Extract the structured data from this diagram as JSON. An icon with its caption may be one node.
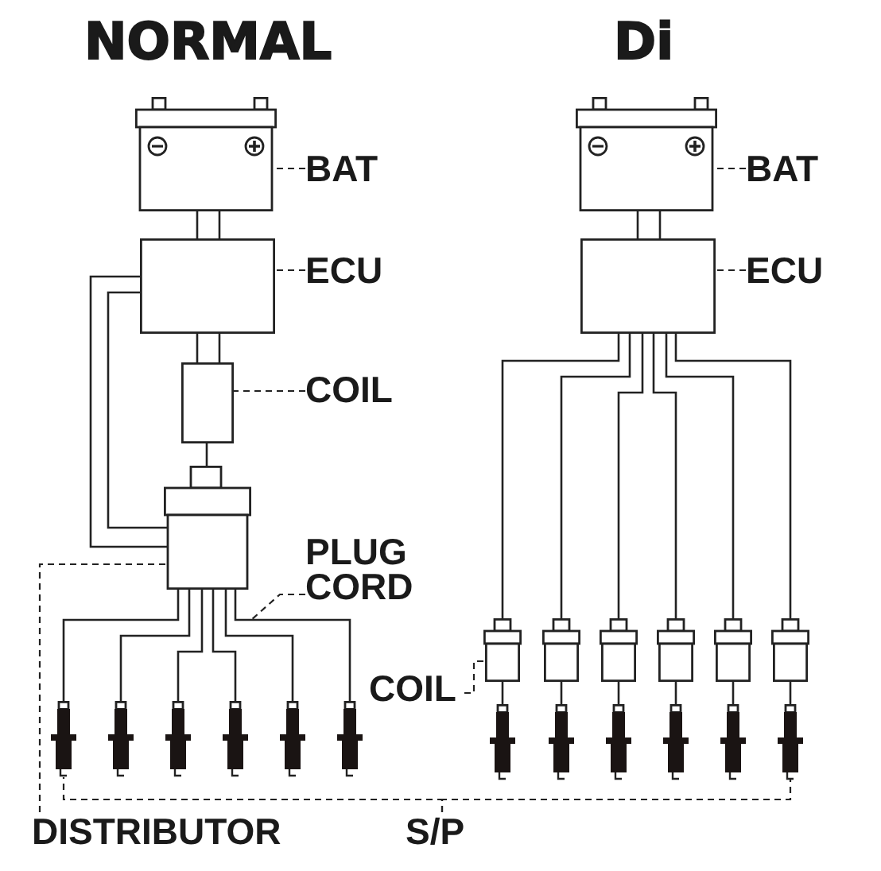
{
  "diagram": {
    "nodes": [
      {
        "text": [
          "BAT"
        ]
      },
      {
        "text": [],
        "shape": "battery"
      },
      {
        "text": [
          "ECU"
        ]
      },
      {
        "text": [],
        "shape": "box"
      },
      {
        "text": [
          "COIL"
        ]
      },
      {
        "text": [],
        "shape": "box"
      },
      {
        "text": [
          "PLUG CORD"
        ]
      },
      {
        "text": [],
        "shape": "box"
      },
      {
        "text": [],
        "shape": "plug"
      },
      {
        "text": [],
        "shape": "plug"
      },
      {
        "text": [],
        "shape": "plug"
      },
      {
        "text": [],
        "shape": "plug"
      },
      {
        "text": [],
        "shape": "plug"
      },
      {
        "text": [],
        "shape": "plug"
      },
      {
        "text": [
          "DISTRIBUTOR"
        ]
      },
      {
        "text": [
          "BAT"
        ]
      },
      {
        "text": [],
        "shape": "battery"
      },
      {
        "text": [
          "ECU"
        ]
      },
      {
        "text": [],
        "shape": "box"
      },
      {
        "text": [
          "COIL"
        ]
      },
      {
        "text": [],
        "shape": "box"
      },
      {
        "text": [],
        "shape": "box"
      },
      {
        "text": [],
        "shape": "box"
      },
      {
        "text": [],
        "shape": "box"
      },
      {
        "text": [],
        "shape": "box"
      },
      {
        "text": [],
        "shape": "box"
      },
      {
        "text": [],
        "shape": "plug"
      },
      {
        "text": [],
        "shape": "plug"
      },
      {
        "text": [],
        "shape": "plug"
      },
      {
        "text": [],
        "shape": "plug"
      },
      {
        "text": [],
        "shape": "plug"
      },
      {
        "text": [],
        "shape": "plug"
      },
      {
        "text": [
          "S/P"
        ]
      }
    ],
    "edges": [
      {
        "from": 0,
        "to": 1,
        "arrow": "none",
        "style": "dashed"
      },
      {
        "from": 1,
        "to": 3,
        "arrow": "none"
      },
      {
        "from": 2,
        "to": 3,
        "arrow": "none",
        "style": "dashed"
      },
      {
        "from": 3,
        "to": 5,
        "arrow": "none"
      },
      {
        "from": 4,
        "to": 5,
        "arrow": "none",
        "style": "dashed"
      },
      {
        "from": 5,
        "to": 7,
        "arrow": "none"
      },
      {
        "from": 3,
        "to": 7,
        "arrow": "none"
      },
      {
        "from": 3,
        "to": 7,
        "arrow": "none"
      },
      {
        "from": 7,
        "to": 8,
        "arrow": "none"
      },
      {
        "from": 7,
        "to": 9,
        "arrow": "none"
      },
      {
        "from": 7,
        "to": 10,
        "arrow": "none"
      },
      {
        "from": 7,
        "to": 11,
        "arrow": "none"
      },
      {
        "from": 7,
        "to": 12,
        "arrow": "none"
      },
      {
        "from": 7,
        "to": 13,
        "arrow": "none"
      },
      {
        "from": 6,
        "to": null,
        "arrow": "none",
        "style": "dashed"
      },
      {
        "from": 14,
        "to": 7,
        "arrow": "none",
        "style": "dashed"
      },
      {
        "from": 15,
        "to": 16,
        "arrow": "none",
        "style": "dashed"
      },
      {
        "from": 16,
        "to": 18,
        "arrow": "none"
      },
      {
        "from": 17,
        "to": 18,
        "arrow": "none",
        "style": "dashed"
      },
      {
        "from": 18,
        "to": 20,
        "arrow": "none"
      },
      {
        "from": 18,
        "to": 21,
        "arrow": "none"
      },
      {
        "from": 18,
        "to": 22,
        "arrow": "none"
      },
      {
        "from": 18,
        "to": 23,
        "arrow": "none"
      },
      {
        "from": 18,
        "to": 24,
        "arrow": "none"
      },
      {
        "from": 18,
        "to": 25,
        "arrow": "none"
      },
      {
        "from": 20,
        "to": 26,
        "arrow": "none"
      },
      {
        "from": 21,
        "to": 27,
        "arrow": "none"
      },
      {
        "from": 22,
        "to": 28,
        "arrow": "none"
      },
      {
        "from": 23,
        "to": 29,
        "arrow": "none"
      },
      {
        "from": 24,
        "to": 30,
        "arrow": "none"
      },
      {
        "from": 25,
        "to": 31,
        "arrow": "none"
      },
      {
        "from": 19,
        "to": 20,
        "arrow": "none",
        "style": "dashed"
      },
      {
        "from": 32,
        "to": 8,
        "arrow": "none",
        "style": "dashed"
      },
      {
        "from": 32,
        "to": 31,
        "arrow": "none",
        "style": "dashed"
      }
    ],
    "labels": [
      "NORMAL",
      "Di"
    ]
  }
}
